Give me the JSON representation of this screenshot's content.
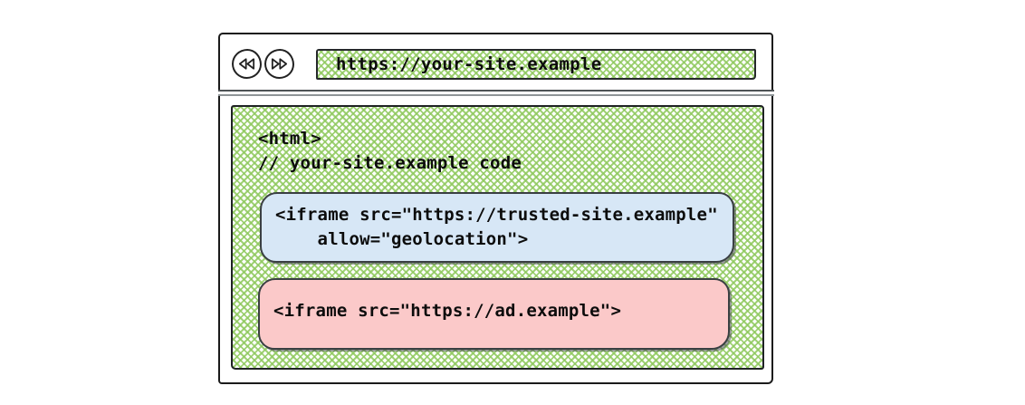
{
  "browser": {
    "back_icon": "double-chevron-left",
    "forward_icon": "double-chevron-right",
    "url": "https://your-site.example"
  },
  "content": {
    "code_lines": [
      "<html>",
      "// your-site.example code"
    ],
    "trusted_iframe": {
      "lines": [
        "<iframe src=\"https://trusted-site.example\"",
        "    allow=\"geolocation\">"
      ],
      "fill_color": "#d7e7f6"
    },
    "ad_iframe": {
      "lines": [
        "<iframe src=\"https://ad.example\">"
      ],
      "fill_color": "#fbc9c9"
    },
    "hatch_color": "#8fc95e"
  }
}
